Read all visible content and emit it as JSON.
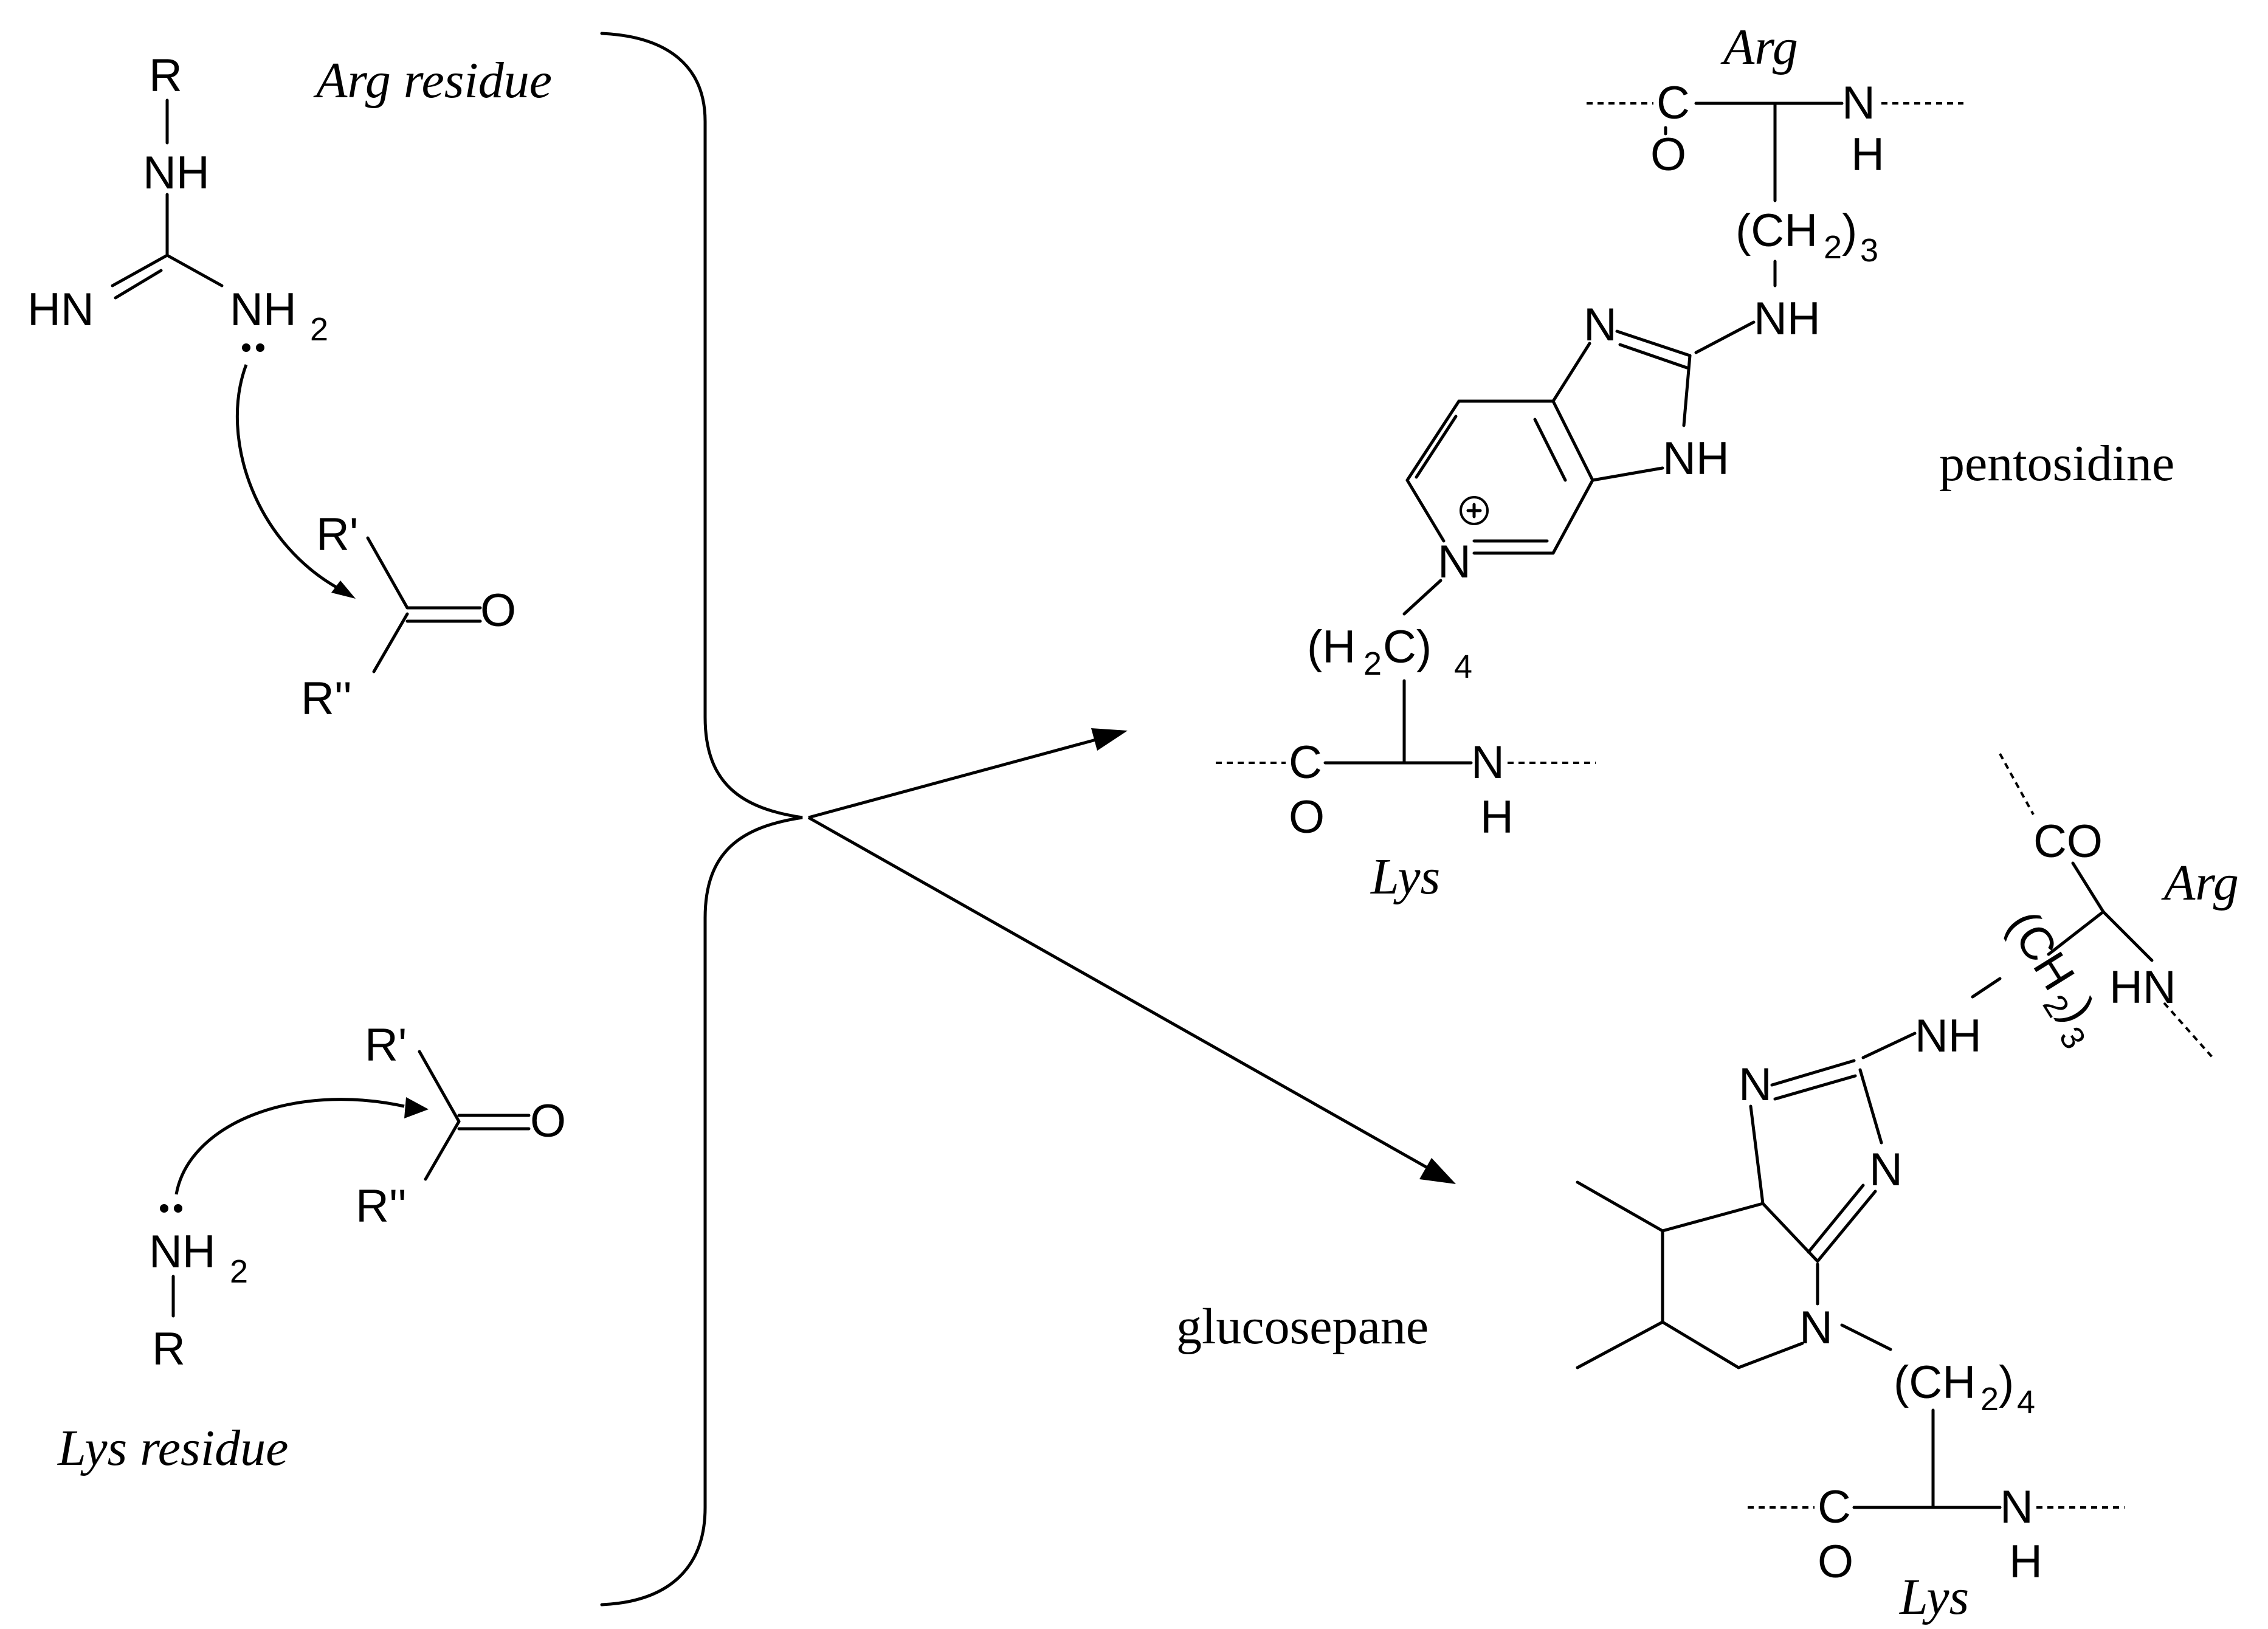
{
  "labels": {
    "arg_residue": "Arg residue",
    "lys_residue": "Lys residue",
    "pentosidine": "pentosidine",
    "glucosepane": "glucosepane",
    "arg": "Arg",
    "lys": "Lys"
  },
  "atoms": {
    "R": "R",
    "NH": "NH",
    "HN": "HN",
    "N": "N",
    "H": "H",
    "NH2_main": "NH",
    "sub2": "2",
    "sub3": "3",
    "sub4": "4",
    "R_prime": "R'",
    "R_dprime": "R''",
    "O": "O",
    "C": "C",
    "CO": "CO",
    "CH2_open": "(CH",
    "CH2_close": ")",
    "H2C_open": "(H",
    "H2C_close": "C)",
    "charge": "+",
    "lone_pair": ":"
  }
}
